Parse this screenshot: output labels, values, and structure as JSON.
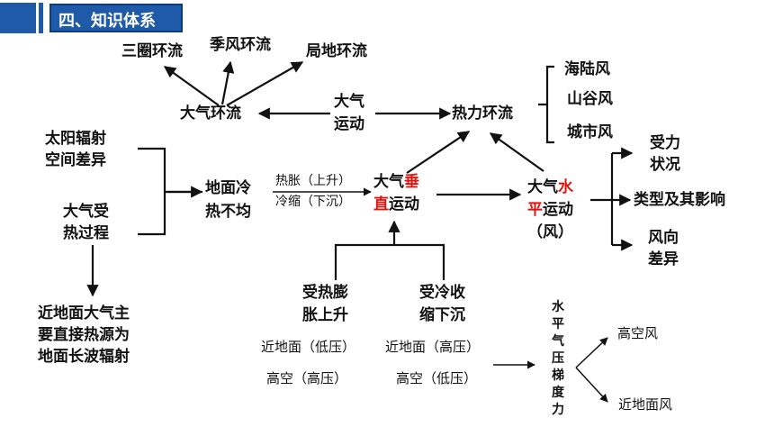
{
  "header": {
    "title": "四、知识体系"
  },
  "nodes": {
    "sanquan": "三圈环流",
    "jifeng": "季风环流",
    "judi": "局地环流",
    "daqi_huanliu": "大气环流",
    "daqi_yundong_1": "大气",
    "daqi_yundong_2": "运动",
    "reli_huanliu": "热力环流",
    "hailu": "海陆风",
    "shangu": "山谷风",
    "chengshi": "城市风",
    "taiyang_1": "太阳辐射",
    "taiyang_2": "空间差异",
    "shouli_guocheng_1": "大气受",
    "shouli_guocheng_2": "热过程",
    "dimian_leng_1": "地面冷",
    "dimian_leng_2": "热不均",
    "rezhang": "热胀（上升）",
    "lengsuo": "冷缩（下沉）",
    "chuizhi_1a": "大气",
    "chuizhi_1b": "垂",
    "chuizhi_2a": "直",
    "chuizhi_2b": "运动",
    "shuiping_1a": "大气",
    "shuiping_1b": "水",
    "shuiping_2a": "平",
    "shuiping_2b": "运动",
    "shuiping_3": "（风）",
    "shouli_zhuangkuang_1": "受力",
    "shouli_zhuangkuang_2": "状况",
    "leixing": "类型及其影响",
    "fengxiang_1": "风向",
    "fengxiang_2": "差异",
    "jindi_1": "近地面大气主",
    "jindi_2": "要直接热源为",
    "jindi_3": "地面长波辐射",
    "shoure_1": "受热膨",
    "shoure_2": "胀上升",
    "shouleng_1": "受冷收",
    "shouleng_2": "缩下沉",
    "jindimian_di": "近地面（低压）",
    "gaokong_gao": "高空（高压）",
    "jindimian_gao": "近地面（高压）",
    "gaokong_di": "高空（低压）",
    "tidu": "水平气压梯度力",
    "gaokong_feng": "高空风",
    "jindimian_feng": "近地面风"
  }
}
